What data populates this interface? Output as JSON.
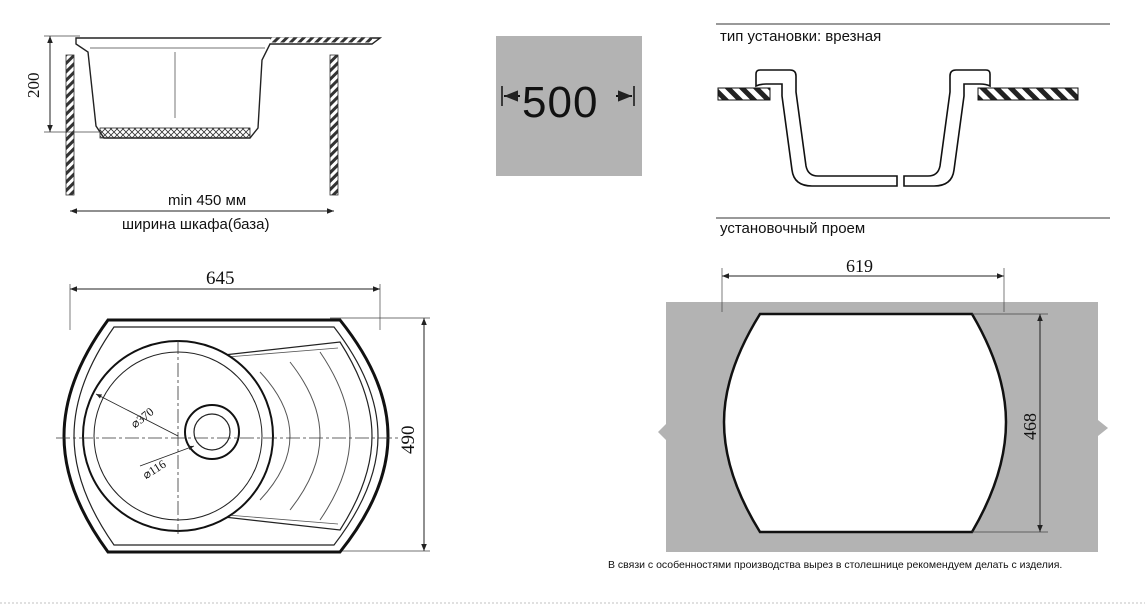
{
  "side_view": {
    "dim_height": "200",
    "min_width_label": "min 450 мм",
    "cabinet_width_label": "ширина шкафа(база)"
  },
  "top_view": {
    "dim_width": "645",
    "dim_depth": "490",
    "bowl_diameter": "⌀370",
    "drain_diameter": "⌀116"
  },
  "cabinet_badge": {
    "value": "500",
    "fill_color": "#b3b3b3"
  },
  "install_type": {
    "label": "тип установки: врезная"
  },
  "cutout": {
    "title": "установочный проем",
    "dim_width": "619",
    "dim_height": "468",
    "countertop_color": "#b3b3b3"
  },
  "note": "В связи с особенностями производства вырез в столешнице рекомендуем делать с изделия."
}
